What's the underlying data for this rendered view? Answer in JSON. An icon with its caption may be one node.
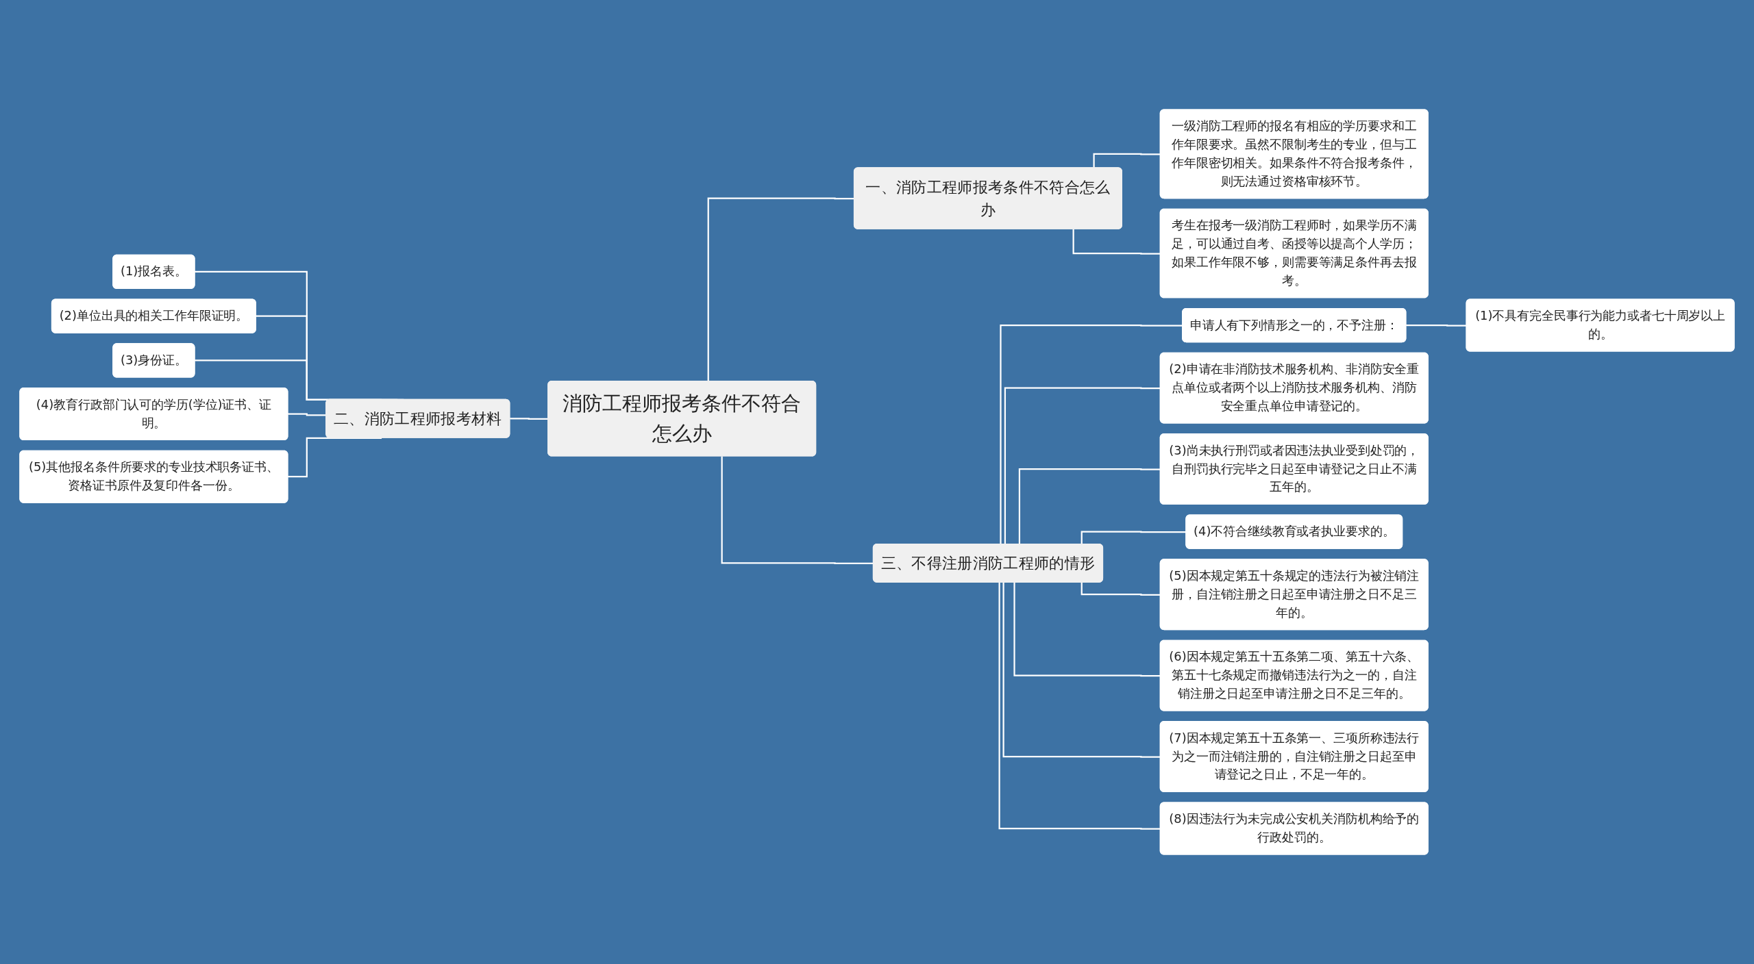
{
  "diagram": {
    "nodes": [
      {
        "text": [
          "消防工程师报考条件不符合怎么办"
        ]
      },
      {
        "text": [
          "一、消防工程师报考条件不符合怎么办"
        ]
      },
      {
        "text": [
          "一级消防工程师的报名有相应的学历要求和工作年限要求。虽然不限制考生的专业，但与工作年限密切相关。如果条件不符合报考条件，则无法通过资格审核环节。"
        ]
      },
      {
        "text": [
          "考生在报考一级消防工程师时，如果学历不满足，可以通过自考、函授等以提高个人学历；如果工作年限不够，则需要等满足条件再去报考。"
        ]
      },
      {
        "text": [
          "二、消防工程师报考材料"
        ]
      },
      {
        "text": [
          "(1)报名表。"
        ]
      },
      {
        "text": [
          "(2)单位出具的相关工作年限证明。"
        ]
      },
      {
        "text": [
          "(3)身份证。"
        ]
      },
      {
        "text": [
          "(4)教育行政部门认可的学历(学位)证书、证明。"
        ]
      },
      {
        "text": [
          "(5)其他报名条件所要求的专业技术职务证书、资格证书原件及复印件各一份。"
        ]
      },
      {
        "text": [
          "三、不得注册消防工程师的情形"
        ]
      },
      {
        "text": [
          "申请人有下列情形之一的，不予注册："
        ]
      },
      {
        "text": [
          "(1)不具有完全民事行为能力或者七十周岁以上的。"
        ]
      },
      {
        "text": [
          "(2)申请在非消防技术服务机构、非消防安全重点单位或者两个以上消防技术服务机构、消防安全重点单位申请登记的。"
        ]
      },
      {
        "text": [
          "(3)尚未执行刑罚或者因违法执业受到处罚的，自刑罚执行完毕之日起至申请登记之日止不满五年的。"
        ]
      },
      {
        "text": [
          "(4)不符合继续教育或者执业要求的。"
        ]
      },
      {
        "text": [
          "(5)因本规定第五十条规定的违法行为被注销注册，自注销注册之日起至申请注册之日不足三年的。"
        ]
      },
      {
        "text": [
          "(6)因本规定第五十五条第二项、第五十六条、第五十七条规定而撤销违法行为之一的，自注销注册之日起至申请注册之日不足三年的。"
        ]
      },
      {
        "text": [
          "(7)因本规定第五十五条第一、三项所称违法行为之一而注销注册的，自注销注册之日起至申请登记之日止，不足一年的。"
        ]
      },
      {
        "text": [
          "(8)因违法行为未完成公安机关消防机构给予的行政处罚的。"
        ]
      }
    ],
    "edges": [
      {
        "from": 0,
        "to": 1,
        "arrow": "none"
      },
      {
        "from": 1,
        "to": 2,
        "arrow": "none"
      },
      {
        "from": 1,
        "to": 3,
        "arrow": "none"
      },
      {
        "from": 0,
        "to": 4,
        "arrow": "none"
      },
      {
        "from": 4,
        "to": 5,
        "arrow": "none"
      },
      {
        "from": 4,
        "to": 6,
        "arrow": "none"
      },
      {
        "from": 4,
        "to": 7,
        "arrow": "none"
      },
      {
        "from": 4,
        "to": 8,
        "arrow": "none"
      },
      {
        "from": 4,
        "to": 9,
        "arrow": "none"
      },
      {
        "from": 0,
        "to": 10,
        "arrow": "none"
      },
      {
        "from": 10,
        "to": 11,
        "arrow": "none"
      },
      {
        "from": 11,
        "to": 12,
        "arrow": "none"
      },
      {
        "from": 10,
        "to": 13,
        "arrow": "none"
      },
      {
        "from": 10,
        "to": 14,
        "arrow": "none"
      },
      {
        "from": 10,
        "to": 15,
        "arrow": "none"
      },
      {
        "from": 10,
        "to": 16,
        "arrow": "none"
      },
      {
        "from": 10,
        "to": 17,
        "arrow": "none"
      },
      {
        "from": 10,
        "to": 18,
        "arrow": "none"
      },
      {
        "from": 10,
        "to": 19,
        "arrow": "none"
      }
    ]
  }
}
